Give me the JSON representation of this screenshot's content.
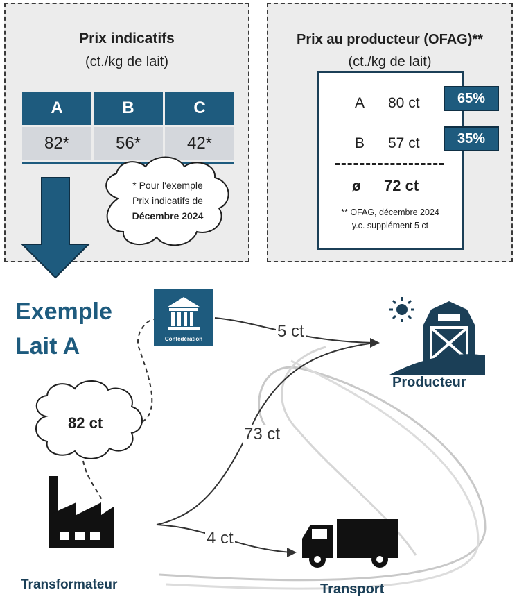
{
  "panel_left": {
    "title": "Prix indicatifs",
    "subtitle": "(ct./kg de lait)",
    "headers": [
      "A",
      "B",
      "C"
    ],
    "values": [
      "82*",
      "56*",
      "42*"
    ],
    "cloud_line1": "* Pour l'exemple",
    "cloud_line2": "Prix indicatifs de",
    "cloud_line3": "Décembre 2024"
  },
  "panel_right": {
    "title": "Prix au producteur (OFAG)**",
    "subtitle": "(ct./kg de lait)",
    "rows": [
      {
        "label": "A",
        "price": "80 ct",
        "share": "65%"
      },
      {
        "label": "B",
        "price": "57 ct",
        "share": "35%"
      }
    ],
    "avg_symbol": "ø",
    "avg_value": "72 ct",
    "note_line1": "** OFAG, décembre 2024",
    "note_line2": "y.c. supplément 5 ct"
  },
  "flow": {
    "title_line1": "Exemple",
    "title_line2": "Lait A",
    "confed_label": "Confédération",
    "producer_label": "Producteur",
    "processor_label": "Transformateur",
    "transport_label": "Transport",
    "cloud_value": "82 ct",
    "flow_confed": "5 ct",
    "flow_producer": "73 ct",
    "flow_transport": "4 ct"
  },
  "colors": {
    "accent": "#1e5b7e",
    "dark": "#1b3f57",
    "panel": "#ececec"
  }
}
